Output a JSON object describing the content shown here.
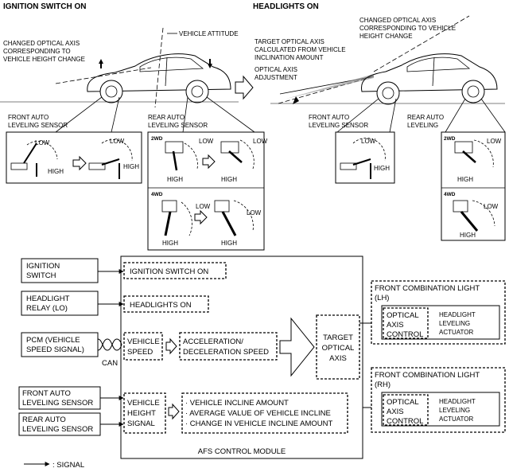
{
  "top": {
    "left_title": "IGNITION SWITCH ON",
    "right_title": "HEADLIGHTS ON",
    "vehicle_attitude": "VEHICLE ATTITUDE",
    "left_axis_label": [
      "CHANGED OPTICAL AXIS",
      "CORRESPONDING TO",
      "VEHICLE HEIGHT CHANGE"
    ],
    "right_axis_label": [
      "CHANGED OPTICAL AXIS",
      "CORRESPONDING TO VEHICLE",
      "HEIGHT CHANGE"
    ],
    "target_axis_label": [
      "TARGET OPTICAL AXIS",
      "CALCULATED FROM VEHICLE",
      "INCLINATION AMOUNT"
    ],
    "adjustment_label": [
      "OPTICAL AXIS",
      "ADJUSTMENT"
    ],
    "front_sensor_left": [
      "FRONT AUTO",
      "LEVELING SENSOR"
    ],
    "rear_sensor_left": [
      "REAR AUTO",
      "LEVELING SENSOR"
    ],
    "front_sensor_right": [
      "FRONT AUTO",
      "LEVELING SENSOR"
    ],
    "rear_sensor_right": [
      "REAR AUTO",
      "LEVELING"
    ],
    "low": "LOW",
    "high": "HIGH",
    "drive_2wd": "2WD",
    "drive_4wd": "4WD"
  },
  "inputs": {
    "ignition": [
      "IGNITION",
      "SWITCH"
    ],
    "headlight_relay": [
      "HEADLIGHT",
      "RELAY (LO)"
    ],
    "pcm": [
      "PCM (VEHICLE",
      "SPEED SIGNAL)"
    ],
    "can": "CAN",
    "front_sensor": [
      "FRONT AUTO",
      "LEVELING SENSOR"
    ],
    "rear_sensor": [
      "REAR AUTO",
      "LEVELING SENSOR"
    ]
  },
  "module": {
    "name": "AFS CONTROL MODULE",
    "ignition_on": "IGNITION SWITCH ON",
    "headlights_on": "HEADLIGHTS ON",
    "vehicle_speed": [
      "VEHICLE",
      "SPEED"
    ],
    "accel": [
      "ACCELERATION/",
      "DECELERATION SPEED"
    ],
    "target_axis": [
      "TARGET",
      "OPTICAL",
      "AXIS"
    ],
    "height_signal": [
      "VEHICLE",
      "HEIGHT",
      "SIGNAL"
    ],
    "incline": [
      "· VEHICLE INCLINE AMOUNT",
      "· AVERAGE VALUE OF VEHICLE INCLINE",
      "· CHANGE IN VEHICLE INCLINE AMOUNT"
    ]
  },
  "outputs": {
    "lh_title": [
      "FRONT COMBINATION LIGHT",
      "(LH)"
    ],
    "rh_title": [
      "FRONT COMBINATION LIGHT",
      "(RH)"
    ],
    "optical_axis_control": [
      "OPTICAL",
      "AXIS",
      "CONTROL"
    ],
    "actuator": [
      "HEADLIGHT",
      "LEVELING",
      "ACTUATOR"
    ]
  },
  "legend": {
    "signal": ": SIGNAL"
  }
}
